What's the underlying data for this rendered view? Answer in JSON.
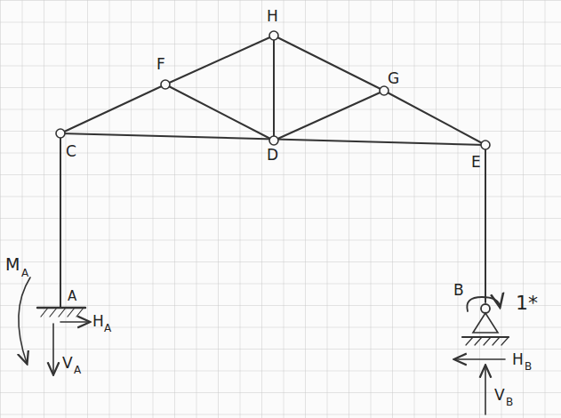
{
  "diagram": {
    "labels": [
      "H",
      "F",
      "G",
      "C",
      "D",
      "E",
      "M",
      "A",
      "A",
      "H",
      "A",
      "V",
      "A",
      "B",
      "1*",
      "H",
      "B",
      "V",
      "B"
    ]
  }
}
